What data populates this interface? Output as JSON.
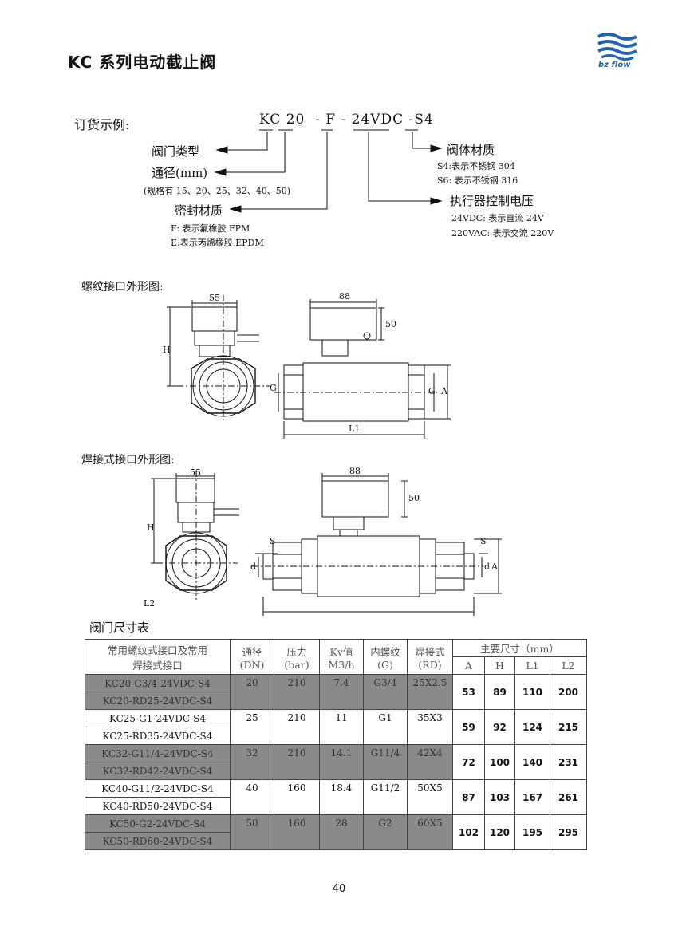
{
  "header": {
    "title": "KC 系列电动截止阀",
    "logo_text": "bz flow",
    "logo_color": "#1d64b5"
  },
  "order_example": {
    "label": "订货示例:",
    "code": "KC 20  - F - 24VDC -S4",
    "valve_type": "阀门类型",
    "bore": "通径(mm)",
    "bore_spec": "(规格有 15、20、25、32、40、50)",
    "seal": "密封材质",
    "seal_f": "F: 表示氟橡胶 FPM",
    "seal_e": "E:表示丙烯橡胶 EPDM",
    "body_material": "阀体材质",
    "body_s4": "S4:表示不锈钢 304",
    "body_s6": "S6: 表示不锈钢 316",
    "actuator_voltage": "执行器控制电压",
    "voltage_dc": "24VDC: 表示直流 24V",
    "voltage_ac": "220VAC: 表示交流 220V"
  },
  "thread_section": {
    "title": "螺纹接口外形图:",
    "dim_55": "55",
    "dim_88": "88",
    "dim_50": "50",
    "dim_h": "H",
    "dim_g": "G",
    "dim_a": "A",
    "dim_l1": "L1"
  },
  "weld_section": {
    "title": "焊接式接口外形图:",
    "dim_55": "55",
    "dim_88": "88",
    "dim_50": "50",
    "dim_h": "H",
    "dim_s": "S",
    "dim_d": "d",
    "dim_a": "A",
    "dim_l2": "L2"
  },
  "table": {
    "title": "阀门尺寸表",
    "headers": {
      "model_line1": "常用螺纹式接口及常用",
      "model_line2": "焊接式接口",
      "dn_line1": "通径",
      "dn_line2": "(DN)",
      "pressure_line1": "压力",
      "pressure_line2": "(bar)",
      "kv_line1": "Kv值",
      "kv_line2": "M3/h",
      "thread_line1": "内螺纹",
      "thread_line2": "(G)",
      "weld_line1": "焊接式",
      "weld_line2": "(RD)",
      "main_dims": "主要尺寸（mm）",
      "a": "A",
      "h": "H",
      "l1": "L1",
      "l2": "L2"
    },
    "rows": [
      {
        "model1": "KC20-G3/4-24VDC-S4",
        "model2": "KC20-RD25-24VDC-S4",
        "dn": "20",
        "pressure": "210",
        "kv": "7.4",
        "thread": "G3/4",
        "weld": "25X2.5",
        "a": "53",
        "h": "89",
        "l1": "110",
        "l2": "200"
      },
      {
        "model1": "KC25-G1-24VDC-S4",
        "model2": "KC25-RD35-24VDC-S4",
        "dn": "25",
        "pressure": "210",
        "kv": "11",
        "thread": "G1",
        "weld": "35X3",
        "a": "59",
        "h": "92",
        "l1": "124",
        "l2": "215"
      },
      {
        "model1": "KC32-G11/4-24VDC-S4",
        "model2": "KC32-RD42-24VDC-S4",
        "dn": "32",
        "pressure": "210",
        "kv": "14.1",
        "thread": "G11/4",
        "weld": "42X4",
        "a": "72",
        "h": "100",
        "l1": "140",
        "l2": "231"
      },
      {
        "model1": "KC40-G11/2-24VDC-S4",
        "model2": "KC40-RD50-24VDC-S4",
        "dn": "40",
        "pressure": "160",
        "kv": "18.4",
        "thread": "G11/2",
        "weld": "50X5",
        "a": "87",
        "h": "103",
        "l1": "167",
        "l2": "261"
      },
      {
        "model1": "KC50-G2-24VDC-S4",
        "model2": "KC50-RD60-24VDC-S4",
        "dn": "50",
        "pressure": "160",
        "kv": "28",
        "thread": "G2",
        "weld": "60X5",
        "a": "102",
        "h": "120",
        "l1": "195",
        "l2": "295"
      }
    ],
    "shade_color": "#8a8a8a"
  },
  "footer": {
    "page_number": "40"
  }
}
